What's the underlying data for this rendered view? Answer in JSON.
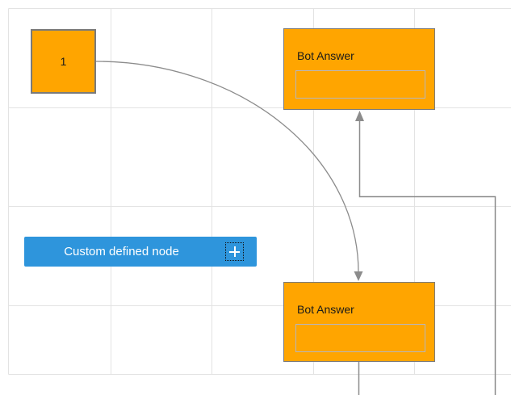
{
  "colors": {
    "orange": "#FFA500",
    "node-border": "#7A7A7A",
    "inner-border": "#B6B6BC",
    "blue": "#2E95DC",
    "connector": "#8C8C8C",
    "grid": "#E3E3E3",
    "text": "#1A1A1A",
    "text-light": "#FFFFFF"
  },
  "diagram": {
    "nodes": {
      "start_node": {
        "label": "1"
      },
      "bot_answer_top": {
        "title": "Bot Answer"
      },
      "bot_answer_bottom": {
        "title": "Bot Answer"
      },
      "custom_node": {
        "label": "Custom defined node",
        "add_icon": "plus-icon"
      }
    }
  }
}
